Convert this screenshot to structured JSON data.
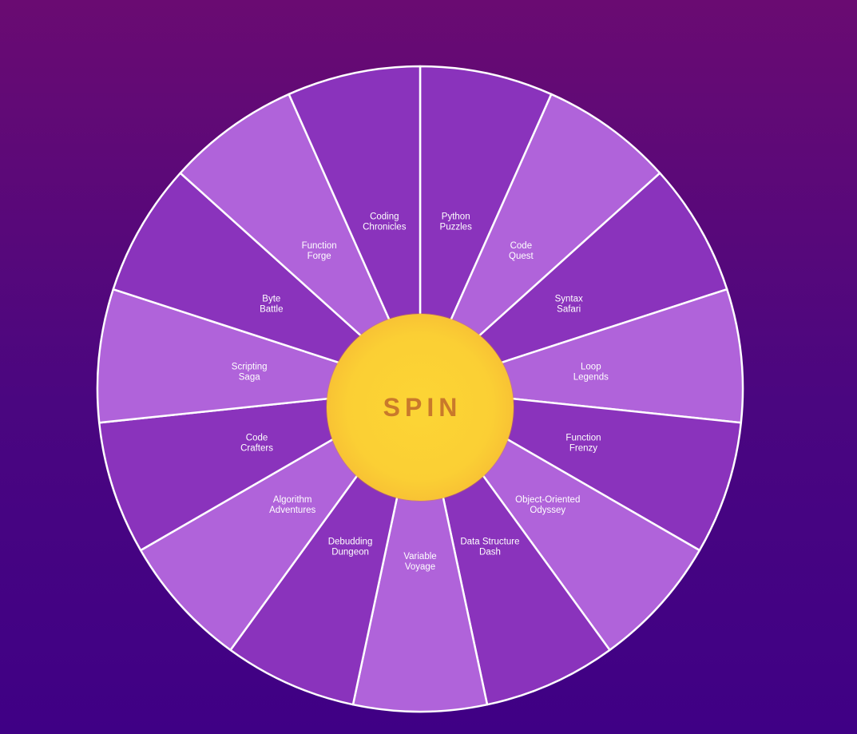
{
  "wheel": {
    "colors": {
      "dark": "#8a33bc",
      "light": "#b063da",
      "border": "#ffffff"
    },
    "segments": [
      {
        "label": [
          "Python",
          "Puzzles"
        ],
        "shade": "dark"
      },
      {
        "label": [
          "Code",
          "Quest"
        ],
        "shade": "light"
      },
      {
        "label": [
          "Syntax",
          "Safari"
        ],
        "shade": "dark"
      },
      {
        "label": [
          "Loop",
          "Legends"
        ],
        "shade": "light"
      },
      {
        "label": [
          "Function",
          "Frenzy"
        ],
        "shade": "dark"
      },
      {
        "label": [
          "Object-Oriented",
          "Odyssey"
        ],
        "shade": "light"
      },
      {
        "label": [
          "Data Structure",
          "Dash"
        ],
        "shade": "dark"
      },
      {
        "label": [
          "Variable",
          "Voyage"
        ],
        "shade": "light"
      },
      {
        "label": [
          "Debudding",
          "Dungeon"
        ],
        "shade": "dark"
      },
      {
        "label": [
          "Algorithm",
          "Adventures"
        ],
        "shade": "light"
      },
      {
        "label": [
          "Code",
          "Crafters"
        ],
        "shade": "dark"
      },
      {
        "label": [
          "Scripting",
          "Saga"
        ],
        "shade": "light"
      },
      {
        "label": [
          "Byte",
          "Battle"
        ],
        "shade": "dark"
      },
      {
        "label": [
          "Function",
          "Forge"
        ],
        "shade": "light"
      },
      {
        "label": [
          "Coding",
          "Chronicles"
        ],
        "shade": "dark"
      }
    ]
  },
  "spin_button": {
    "label": "SPIN",
    "text_color": "#c9792b",
    "fill_color": "#fbcf34"
  }
}
